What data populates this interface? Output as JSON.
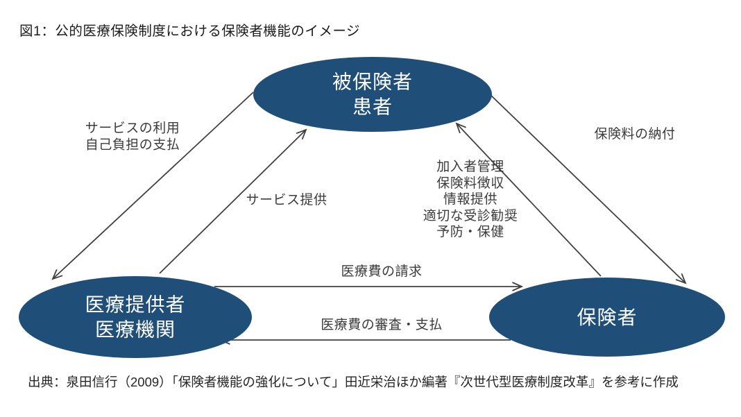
{
  "figure": {
    "title": "図1：公的医療保険制度における保険者機能のイメージ",
    "source": "出典：泉田信行（2009）「保険者機能の強化について」田近栄治ほか編著『次世代型医療制度改革』を参考に作成"
  },
  "nodes": {
    "insured": {
      "label": "被保険者\n患者"
    },
    "provider": {
      "label": "医療提供者\n医療機関"
    },
    "insurer": {
      "label": "保険者"
    }
  },
  "edges": {
    "service_use": {
      "label": "サービスの利用\n自己負担の支払"
    },
    "service_provision": {
      "label": "サービス提供"
    },
    "premium_payment": {
      "label": "保険料の納付"
    },
    "insurer_functions": {
      "label": "加入者管理\n保険料徴収\n情報提供\n適切な受診勧奨\n予防・保健"
    },
    "billing": {
      "label": "医療費の請求"
    },
    "review_payment": {
      "label": "医療費の審査・支払"
    }
  },
  "colors": {
    "node_fill": "#1F4E79",
    "node_text": "#FFFFFF",
    "arrow": "#404040",
    "text": "#3B3B3B"
  }
}
